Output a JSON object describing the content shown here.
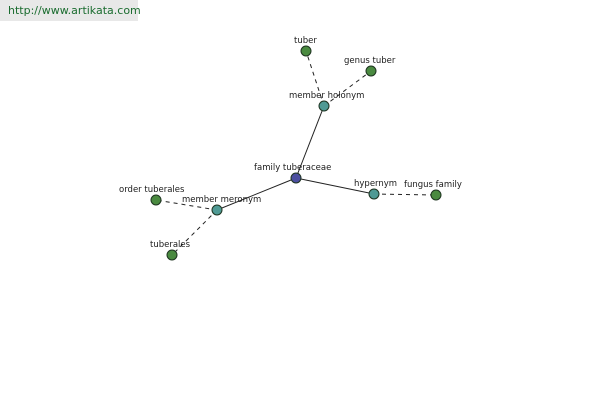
{
  "source": {
    "url_text": "http://www.artikata.com"
  },
  "colors": {
    "center_node": "#4c4fa0",
    "relation_node": "#4f9a94",
    "leaf_node": "#4a8a40",
    "edge": "#222222",
    "banner_bg": "#e8e8e8",
    "banner_text": "#1a6c2f"
  },
  "graph": {
    "center": {
      "label": "family tuberaceae"
    },
    "relations": [
      {
        "key": "member_holonym",
        "label": "member holonym",
        "targets": [
          {
            "label": "tuber"
          },
          {
            "label": "genus tuber"
          }
        ]
      },
      {
        "key": "hypernym",
        "label": "hypernym",
        "targets": [
          {
            "label": "fungus family"
          }
        ]
      },
      {
        "key": "member_meronym",
        "label": "member meronym",
        "targets": [
          {
            "label": "order tuberales"
          },
          {
            "label": "tuberales"
          }
        ]
      }
    ]
  }
}
